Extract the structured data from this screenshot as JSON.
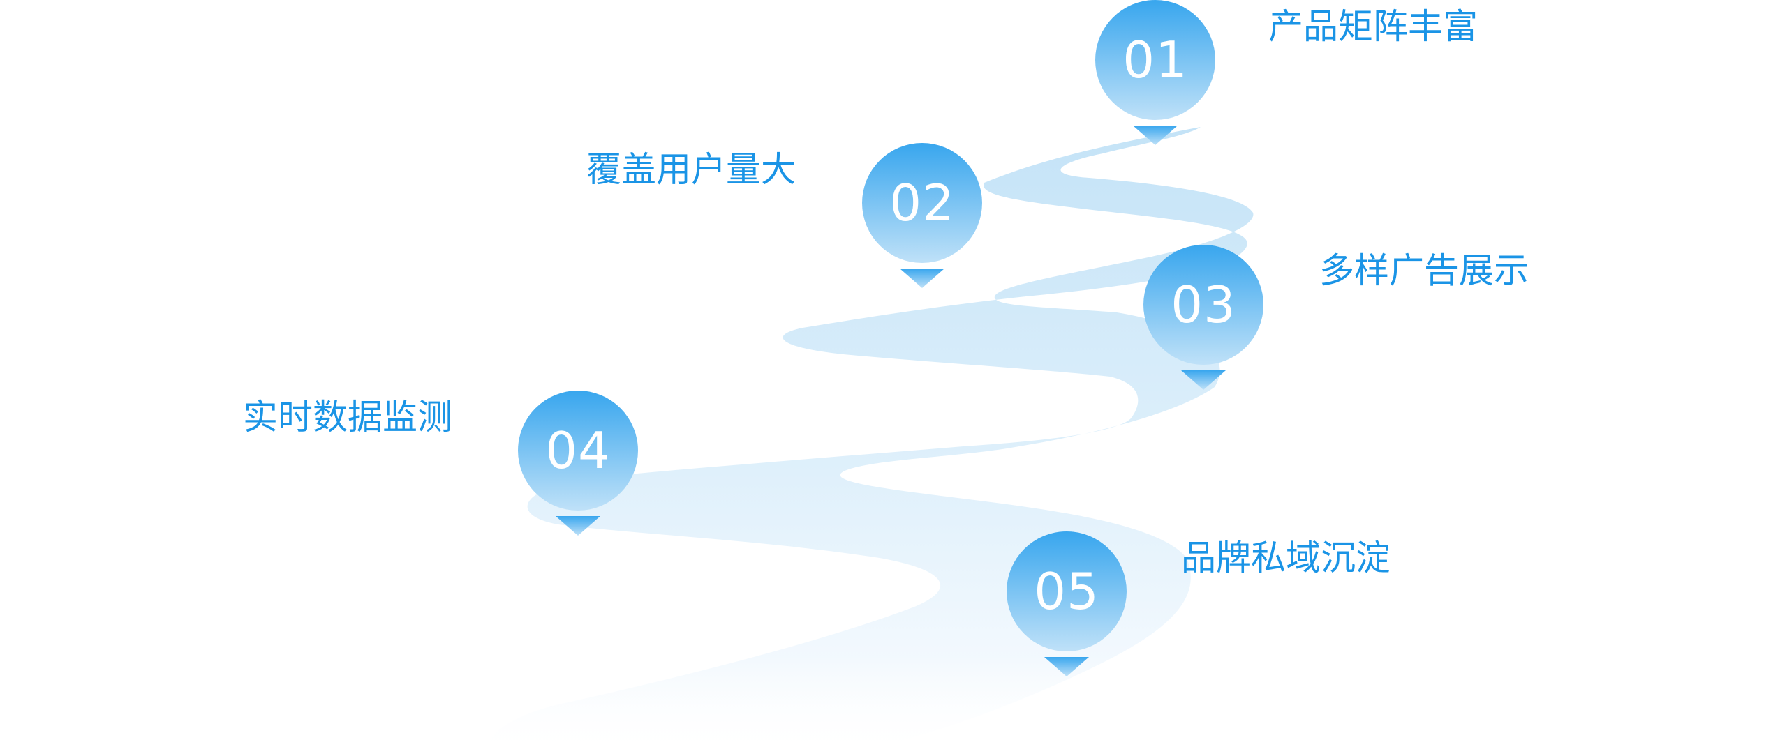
{
  "steps": [
    {
      "number": "01",
      "label": "产品矩阵丰富"
    },
    {
      "number": "02",
      "label": "覆盖用户量大"
    },
    {
      "number": "03",
      "label": "多样广告展示"
    },
    {
      "number": "04",
      "label": "实时数据监测"
    },
    {
      "number": "05",
      "label": "品牌私域沉淀"
    }
  ],
  "colors": {
    "text": "#1a94e6",
    "marker_top": "#3aa8ee",
    "marker_bottom": "#b8def8",
    "road": "#cfe8f8"
  }
}
